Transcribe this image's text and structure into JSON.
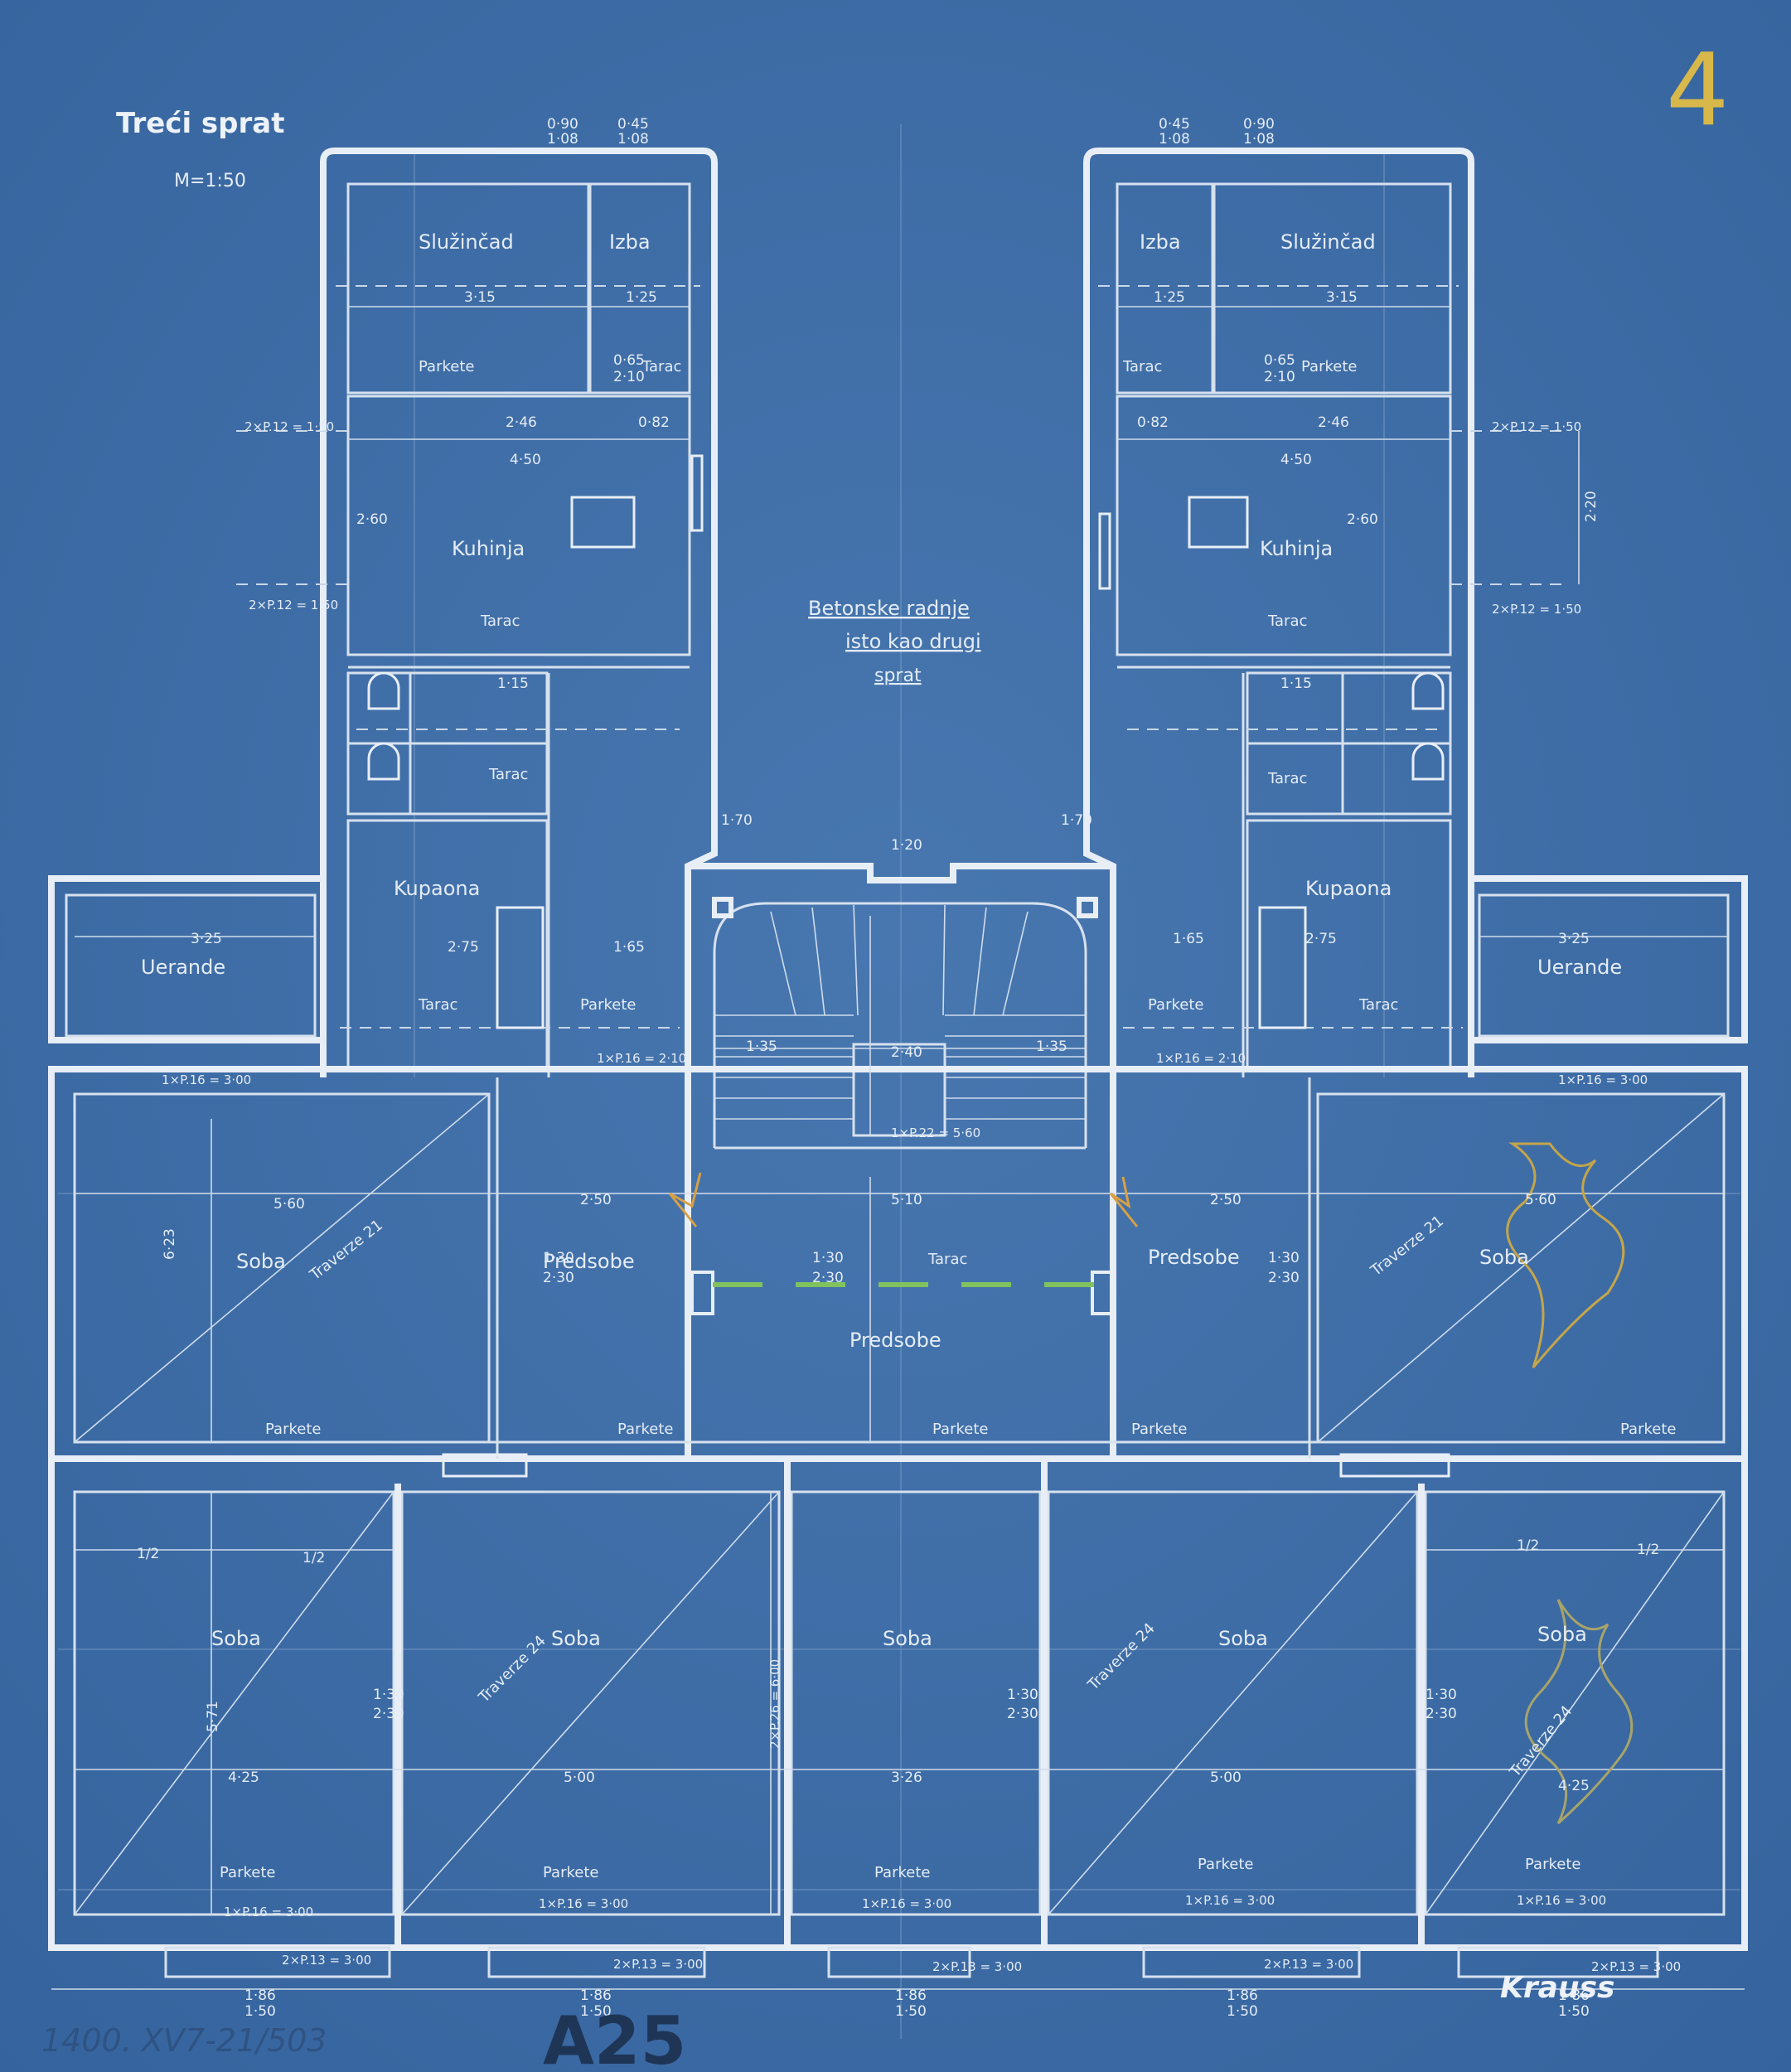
{
  "sheet": {
    "title": "Treći sprat",
    "scale": "M=1:50",
    "sheet_number": "4",
    "concrete_note": [
      "Betonske radnje",
      "isto kao drugi",
      "sprat"
    ],
    "archive_mark": "A25",
    "archive_ref": "1400. XV7-21/503"
  },
  "rooms": {
    "servant": "Služinčad",
    "small_room": "Izba",
    "kitchen": "Kuhinja",
    "bath": "Kupaona",
    "veranda": "Uerande",
    "room": "Soba",
    "hall": "Predsobe",
    "stair_hall": "Predsobe"
  },
  "floors": {
    "parquet": "Parkete",
    "terrazzo": "Tarac"
  },
  "beams": {
    "main": "Traverze 21",
    "lower": "Traverze 24"
  },
  "dims": {
    "d315": "3·15",
    "d125": "1·25",
    "d246": "2·46",
    "d450": "4·50",
    "d082": "0·82",
    "d325": "3·25",
    "d275": "2·75",
    "d165": "1·65",
    "d560": "5·60",
    "d250": "2·50",
    "d510": "5·10",
    "d425": "4·25",
    "d500": "5·00",
    "d326": "3·26",
    "d240": "2·40",
    "d135": "1·35",
    "d115": "1·15",
    "d623": "6·23",
    "d571": "5·71",
    "half": "1/2",
    "d065": "0·65",
    "d210": "2·10",
    "d090": "0·90",
    "d108": "1·08",
    "d045": "0·45",
    "d130": "1·30",
    "d230": "2·30",
    "d186": "1·86",
    "d150": "1·50",
    "d120": "1·20",
    "d170": "1·70",
    "d260": "2·60",
    "d220": "2·20"
  },
  "lintels": {
    "l1": "1×P.16 = 3·00",
    "l2": "2×P.13 = 3·00",
    "l3": "1×P.16 = 2·10",
    "l4": "1×P.22 = 5·60",
    "l5": "2×P.12 = 1·50",
    "l6": "2×P.26 = 6·00"
  },
  "signature": "Krauss"
}
